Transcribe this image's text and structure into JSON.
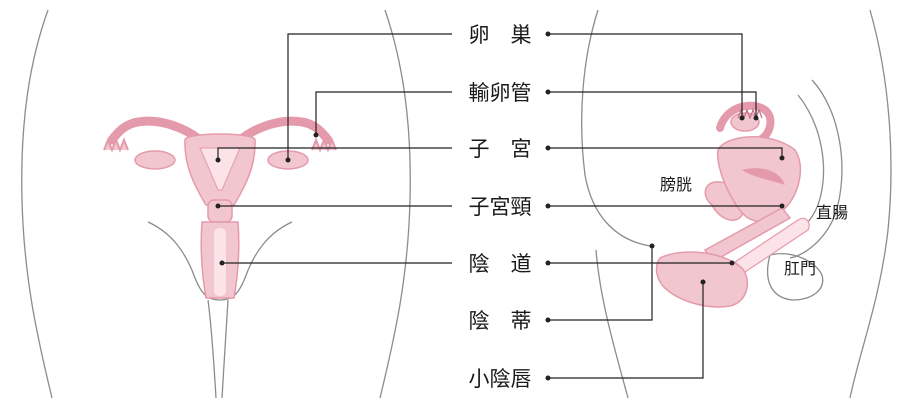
{
  "labels": {
    "ovary": "卵　巣",
    "fallopian_tube": "輸卵管",
    "uterus": "子　宮",
    "cervix": "子宮頸",
    "vagina": "陰　道",
    "frenulum": "陰　蒂",
    "labia_minora": "小陰唇",
    "bladder": "膀胱",
    "rectum": "直腸",
    "anus": "肛門"
  },
  "colors": {
    "organ_fill": "#f2c6cf",
    "organ_dark": "#e59aab",
    "organ_light": "#fbe3e8",
    "outline": "#8c8c8c",
    "leader": "#222222"
  }
}
